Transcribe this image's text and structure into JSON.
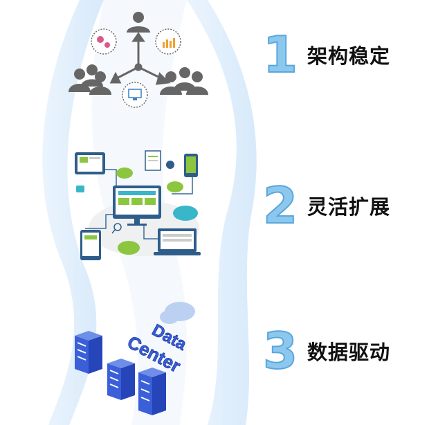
{
  "items": [
    {
      "number": "1",
      "label": "架构稳定",
      "icon": "people-network-icon"
    },
    {
      "number": "2",
      "label": "灵活扩展",
      "icon": "devices-cloud-icon"
    },
    {
      "number": "3",
      "label": "数据驱动",
      "icon": "data-center-icon"
    }
  ],
  "illustration_text": {
    "line1": "Data",
    "line2": "Center"
  },
  "colors": {
    "ribbon": "#dcecfb",
    "number_fill": "#8cc8ee",
    "number_dark": "#5aa6dc",
    "people": "#666666",
    "accent_green": "#8cc63f",
    "screen_blue": "#2f5d8a",
    "cloud_teal": "#39b6c8",
    "server_blue": "#3a5fd9"
  }
}
